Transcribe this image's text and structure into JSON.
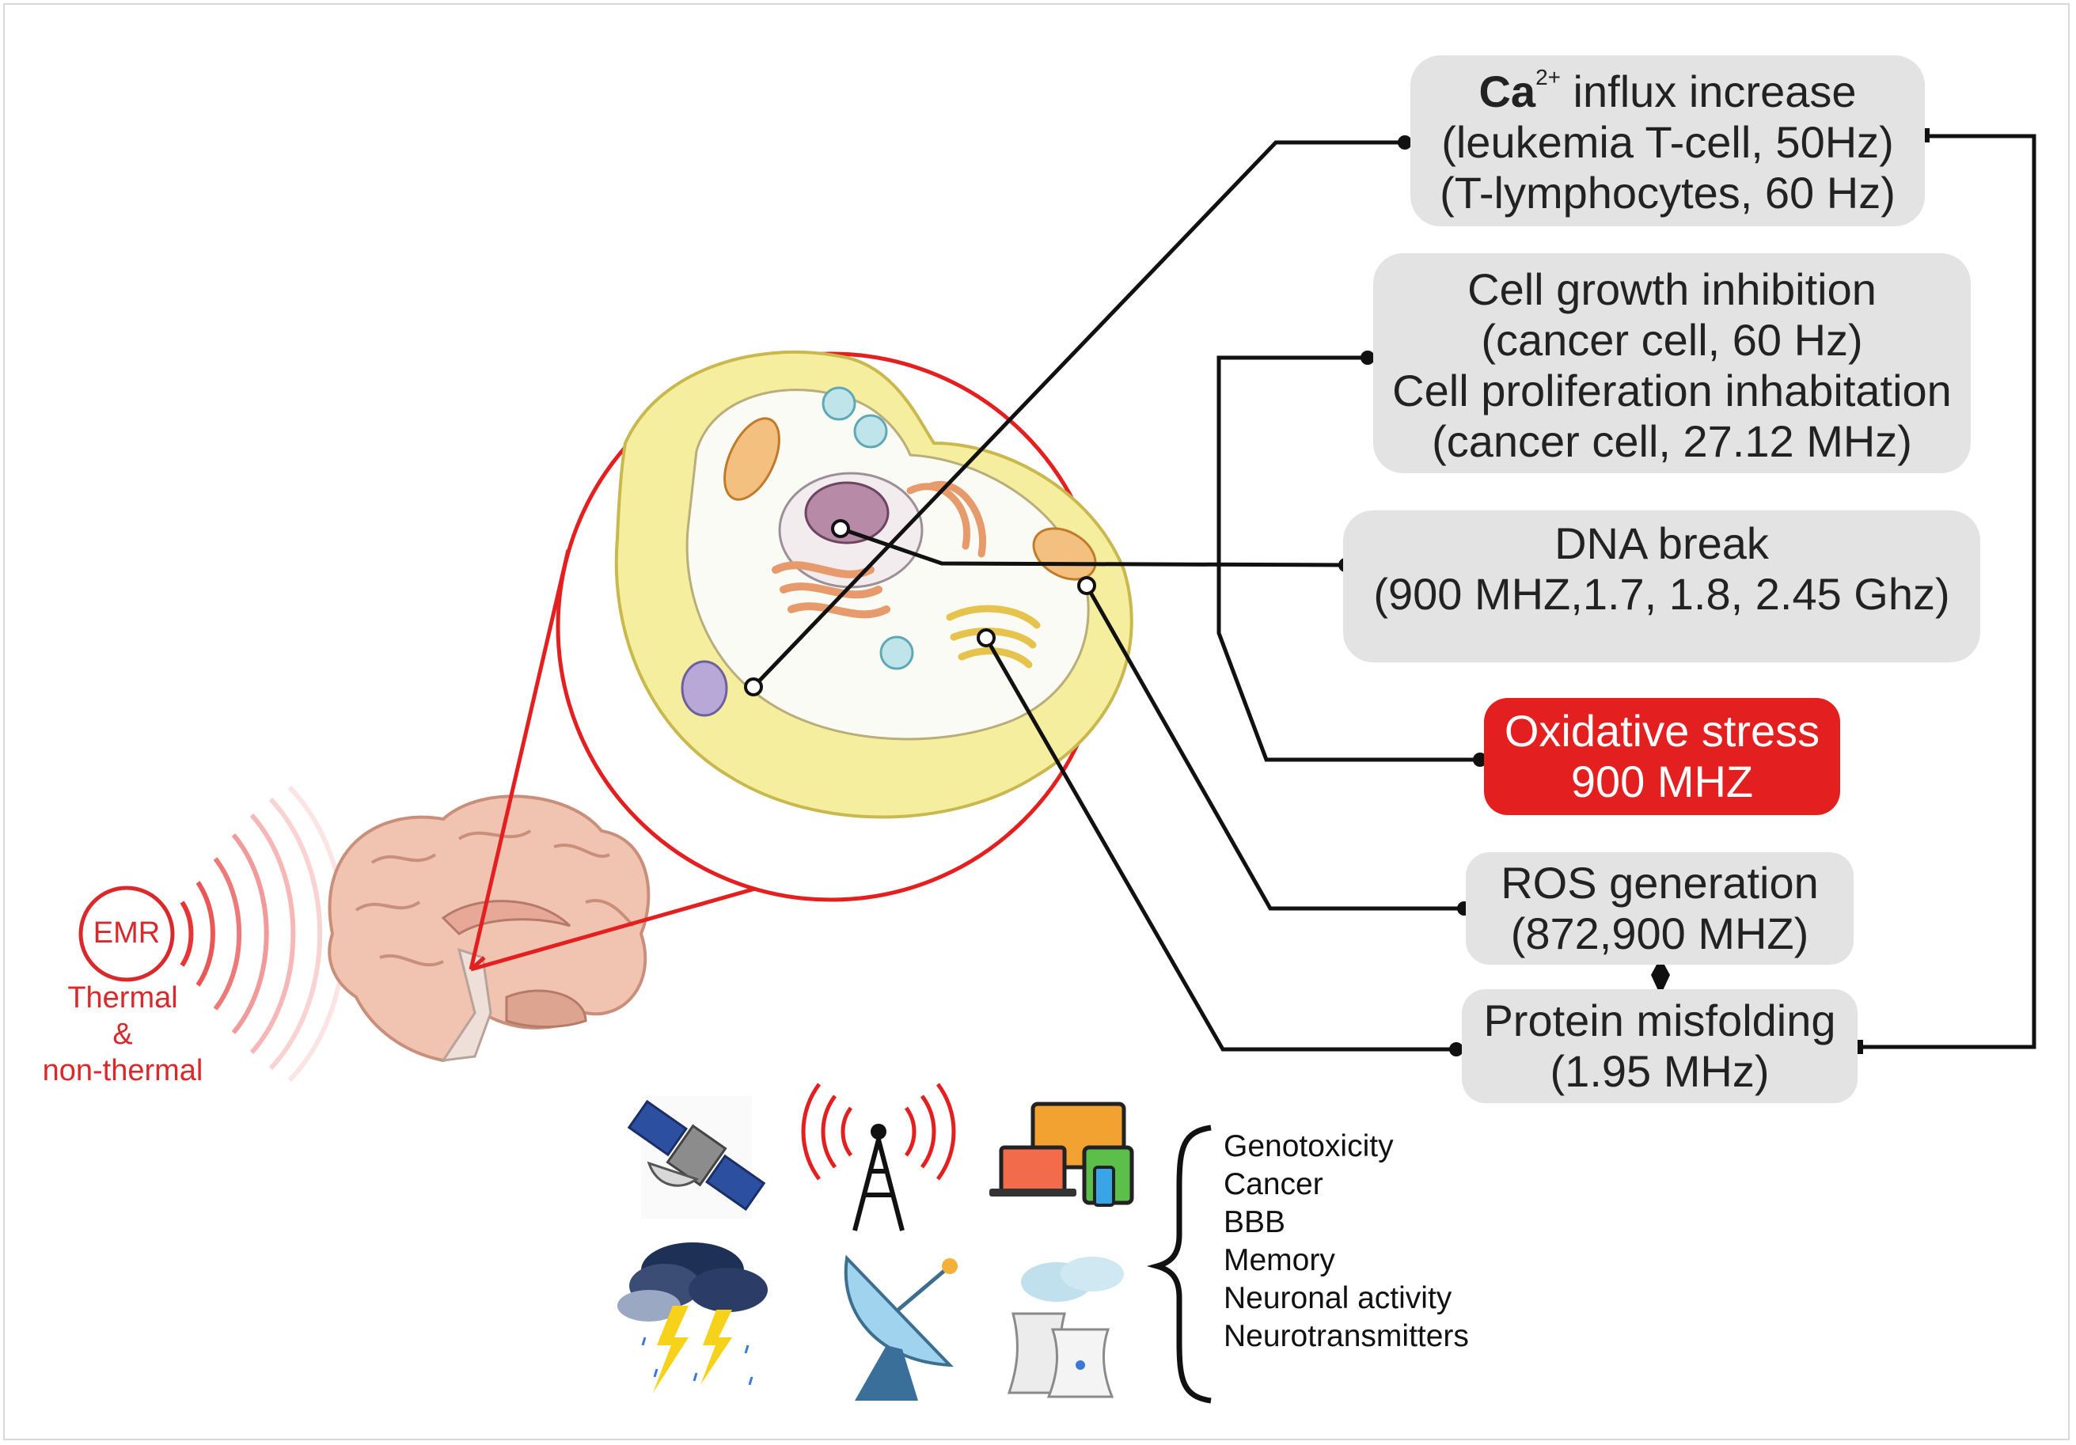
{
  "emr": {
    "label": "EMR",
    "sub_line1": "Thermal",
    "sub_line2": "&",
    "sub_line3": "non-thermal",
    "color": "#d9292a"
  },
  "effect_boxes": {
    "calcium": {
      "title_chem": "Ca",
      "title_sup": "2+",
      "title_rest": " influx increase",
      "line2": "(leukemia T-cell, 50Hz)",
      "line3": "(T-lymphocytes, 60 Hz)"
    },
    "growth": {
      "line1": "Cell growth inhibition",
      "line2": "(cancer cell, 60 Hz)",
      "line3": "Cell proliferation inhabitation",
      "line4": "(cancer cell, 27.12 MHz)"
    },
    "dna": {
      "line1": "DNA break",
      "line2": "(900 MHZ,1.7, 1.8, 2.45 Ghz)"
    },
    "oxidative": {
      "line1": "Oxidative stress",
      "line2": "900 MHZ",
      "color": "#e31f1f"
    },
    "ros": {
      "line1": "ROS generation",
      "line2": "(872,900 MHZ)"
    },
    "protein": {
      "line1": "Protein misfolding",
      "line2": "(1.95 MHz)"
    }
  },
  "sources": [
    "satellite-icon",
    "radio-tower-icon",
    "devices-icon",
    "thunderstorm-icon",
    "satellite-dish-icon",
    "power-plant-icon"
  ],
  "health_effects": [
    "Genotoxicity",
    "Cancer",
    "BBB",
    "Memory",
    "Neuronal activity",
    "Neurotransmitters"
  ],
  "colors": {
    "accent_red": "#e31f1f",
    "box_gray": "#e3e3e3",
    "connector": "#111111"
  }
}
